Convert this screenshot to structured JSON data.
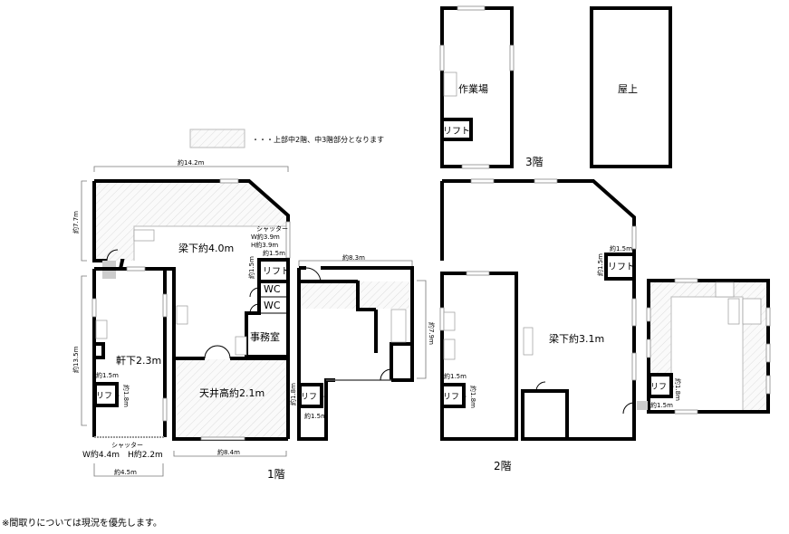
{
  "legend": {
    "text": "・・・上部中2階、中3階部分となります"
  },
  "floor1": {
    "heading": "1階",
    "dim_width_total": "約14.2m",
    "dim_height_upper": "約7.7m",
    "dim_height_left": "約13.5m",
    "main_room": "梁下約4.0m",
    "shutter_title": "シャッター",
    "shutter_w": "W約3.9m",
    "shutter_h": "H約3.9m",
    "lift_w": "約1.5m",
    "lift_h": "約1.5m",
    "lift": "リフト",
    "wc1": "WC",
    "wc2": "WC",
    "office": "事務室",
    "eaves_room": "軒下2.3m",
    "left_lift": "リフト",
    "left_lift_w": "約1.5m",
    "left_lift_h": "約1.8m",
    "ceiling_room": "天井高約2.1m",
    "dim_ceiling_width": "約8.4m",
    "shutter2_title": "シャッター",
    "shutter2_size": "W約4.4m　H約2.2m",
    "dim_left_width": "約4.5m",
    "mid_dim_width": "約8.3m",
    "mid_dim_height": "約7.9m",
    "mid_lift": "リフト",
    "mid_lift_w": "約1.5m",
    "mid_lift_h": "約1.8m"
  },
  "floor2": {
    "heading": "2階",
    "main_room": "梁下約3.1m",
    "lift": "リフト",
    "lift_w": "約1.5m",
    "lift_h": "約1.5m",
    "left_lift": "リフト",
    "left_lift_w": "約1.5m",
    "left_lift_h": "約1.8m",
    "right_lift": "リフト",
    "right_lift_w": "約1.5m",
    "right_lift_h": "約1.8m"
  },
  "floor3": {
    "heading": "3階",
    "workshop": "作業場",
    "lift": "リフト",
    "rooftop": "屋上"
  },
  "footnote": "※間取りについては現況を優先します。"
}
